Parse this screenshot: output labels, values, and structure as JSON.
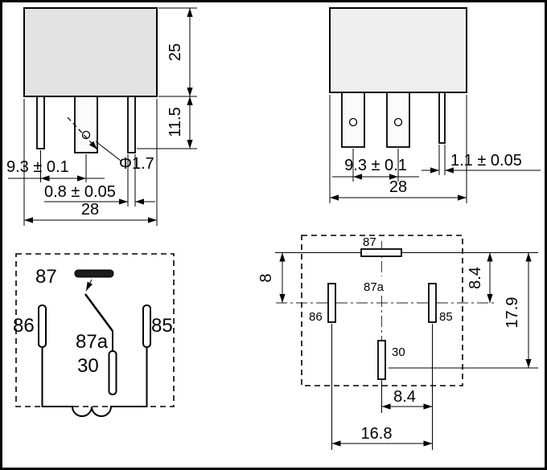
{
  "drawing": {
    "front_view": {
      "dim_body_height": "25",
      "dim_pin_length": "11.5",
      "dim_pin_pitch": "9.3 ± 0.1",
      "dim_hole_diameter": "Φ1.7",
      "dim_pin_thickness": "0.8 ± 0.05",
      "dim_overall_width": "28"
    },
    "side_view": {
      "dim_pin_pitch": "9.3 ± 0.1",
      "dim_pin_thickness": "1.1 ± 0.05",
      "dim_overall_width": "28"
    },
    "schematic_view": {
      "label_87": "87",
      "label_86": "86",
      "label_85": "85",
      "label_87a": "87a",
      "label_30": "30"
    },
    "pin_layout_view": {
      "label_87": "87",
      "label_87a": "87a",
      "label_86": "86",
      "label_85": "85",
      "label_30": "30",
      "dim_87_to_center": "8",
      "dim_center_offset": "8.4",
      "dim_overall_depth": "17.9",
      "dim_30_to_85": "8.4",
      "dim_86_to_85": "16.8"
    }
  }
}
